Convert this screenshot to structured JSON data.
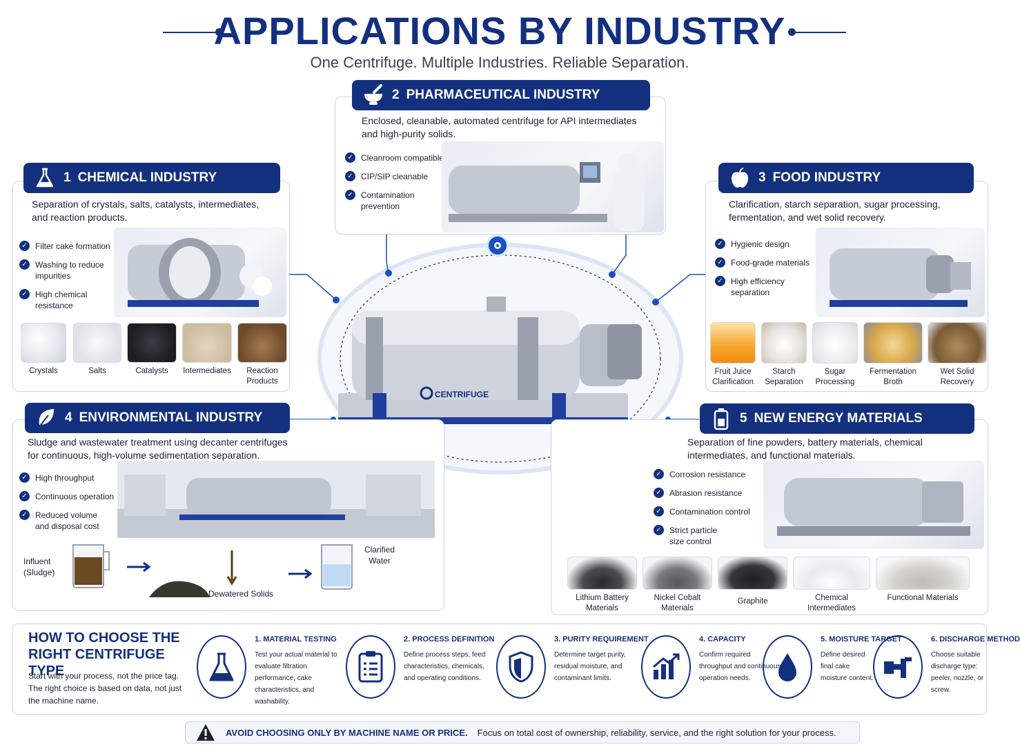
{
  "header": {
    "title": "APPLICATIONS BY INDUSTRY",
    "subtitle": "One Centrifuge. Multiple Industries. Reliable Separation."
  },
  "colors": {
    "navy": "#13307f",
    "check": "#13307f",
    "border": "#c9d3ec"
  },
  "center": {
    "brand": "CENTRIFUGE"
  },
  "industries": {
    "chemical": {
      "number": "1",
      "title": "CHEMICAL INDUSTRY",
      "icon": "flask-icon",
      "description": "Separation of crystals, salts, catalysts, intermediates, and reaction products.",
      "bullets": [
        "Filter cake formation",
        "Washing to reduce impurities",
        "High chemical resistance"
      ],
      "materials": [
        "Crystals",
        "Salts",
        "Catalysts",
        "Intermediates",
        "Reaction Products"
      ]
    },
    "pharma": {
      "number": "2",
      "title": "PHARMACEUTICAL INDUSTRY",
      "icon": "mortar-pestle-icon",
      "description": "Enclosed, cleanable, automated centrifuge for API intermediates and high-purity solids.",
      "bullets": [
        "Cleanroom compatible",
        "CIP/SIP cleanable",
        "Contamination prevention"
      ]
    },
    "food": {
      "number": "3",
      "title": "FOOD INDUSTRY",
      "icon": "apple-icon",
      "description": "Clarification, starch separation, sugar processing, fermentation, and wet solid recovery.",
      "bullets": [
        "Hygienic design",
        "Food-grade materials",
        "High efficiency separation"
      ],
      "materials": [
        "Fruit Juice Clarification",
        "Starch Separation",
        "Sugar Processing",
        "Fermentation Broth",
        "Wet Solid Recovery"
      ]
    },
    "environmental": {
      "number": "4",
      "title": "ENVIRONMENTAL INDUSTRY",
      "icon": "leaf-icon",
      "description": "Sludge and wastewater treatment using decanter centrifuges for continuous, high-volume sedimentation separation.",
      "bullets": [
        "High throughput",
        "Continuous operation",
        "Reduced volume and disposal cost"
      ],
      "flow": {
        "influent": "Influent (Sludge)",
        "solids": "Dewatered Solids",
        "water": "Clarified Water"
      }
    },
    "energy": {
      "number": "5",
      "title": "NEW ENERGY MATERIALS",
      "icon": "battery-icon",
      "description": "Separation of fine powders, battery materials, chemical intermediates, and functional materials.",
      "bullets": [
        "Corrosion resistance",
        "Abrasion resistance",
        "Contamination control",
        "Strict particle size control"
      ],
      "materials": [
        "Lithium Battery Materials",
        "Nickel Cobalt Materials",
        "Graphite",
        "Chemical Intermediates",
        "Functional Materials"
      ]
    }
  },
  "how_to_choose": {
    "title": "HOW TO CHOOSE THE RIGHT CENTRIFUGE TYPE",
    "description": "Start with your process, not the price tag. The right choice is based on data, not just the machine name.",
    "steps": [
      {
        "title": "1. MATERIAL TESTING",
        "text": "Test your actual material to evaluate filtration performance, cake characteristics, and washability.",
        "icon": "flask-icon"
      },
      {
        "title": "2. PROCESS DEFINITION",
        "text": "Define process steps, feed characteristics, chemicals, and operating conditions.",
        "icon": "clipboard-icon"
      },
      {
        "title": "3. PURITY REQUIREMENT",
        "text": "Determine target purity, residual moisture, and contaminant limits.",
        "icon": "shield-icon"
      },
      {
        "title": "4. CAPACITY",
        "text": "Confirm required throughput and continuous operation needs.",
        "icon": "bar-chart-icon"
      },
      {
        "title": "5. MOISTURE TARGET",
        "text": "Define desired final cake moisture content.",
        "icon": "water-drop-icon"
      },
      {
        "title": "6. DISCHARGE METHOD",
        "text": "Choose suitable discharge type: peeler, nozzle, or screw.",
        "icon": "discharge-pipe-icon"
      }
    ]
  },
  "warning": {
    "strong": "AVOID CHOOSING ONLY BY MACHINE NAME OR PRICE.",
    "text": "Focus on total cost of ownership, reliability, service, and the right solution for your process."
  }
}
